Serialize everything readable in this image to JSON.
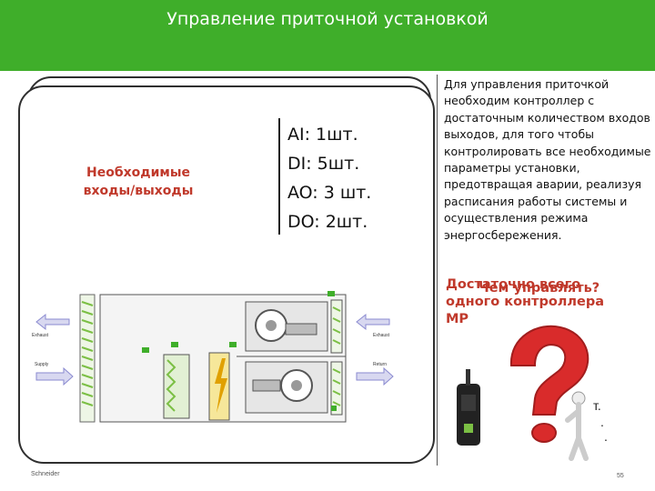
{
  "header": {
    "title": "Управление приточной установкой"
  },
  "io": {
    "label_line1": "Необходимые",
    "label_line2": "входы/выходы",
    "ai": "AI: 1шт.",
    "di": "DI: 5шт.",
    "ao": "AO: 3 шт.",
    "do": "DO: 2шт."
  },
  "description": "Для управления приточкой необходим контроллер с достаточным количеством входов выходов, для того чтобы контролировать все необходимые параметры установки, предотвращая аварии, реализуя расписания работы системы и осуществления режима энергосбережения.",
  "question": {
    "line1": "Достаточно всего",
    "line2": "одного контроллера",
    "line3": "МР",
    "overlay": "Чем управлять?"
  },
  "fragments": {
    "f1": "т.",
    "f2": ".",
    "f3": "."
  },
  "diagram": {
    "exhaust_left": "Exhaust",
    "supply_left": "Supply",
    "exhaust_right": "Exhaust",
    "supply_right": "Return"
  },
  "footer": {
    "company": "Schneider",
    "page": "55"
  },
  "colors": {
    "header": "#3fae2a",
    "accent_red": "#c0392b",
    "fill_green": "#7bbf44"
  }
}
